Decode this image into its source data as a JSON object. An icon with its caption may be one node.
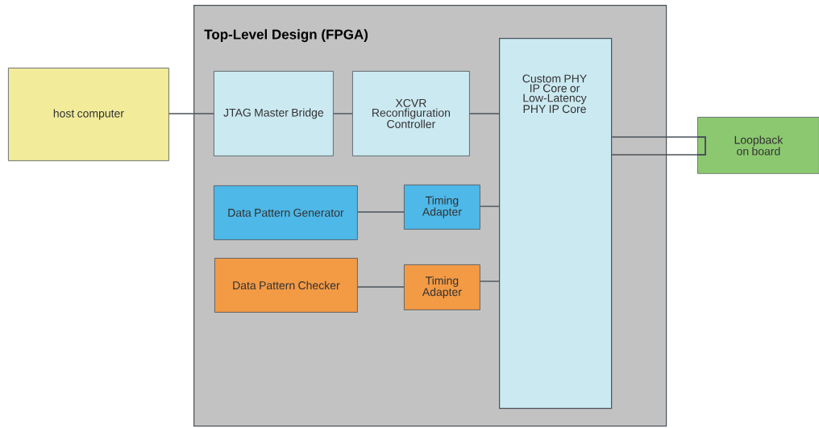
{
  "diagram": {
    "nodes": [
      {
        "text": [
          "host computer"
        ]
      },
      {
        "text": [
          "Top-Level Design (FPGA)"
        ]
      },
      {
        "text": [
          "JTAG Master Bridge"
        ],
        "in": 1
      },
      {
        "text": [
          "XCVR Reconfiguration Controller"
        ],
        "in": 1
      },
      {
        "text": [
          "Custom PHY IP Core or Low-Latency PHY IP Core"
        ],
        "in": 1
      },
      {
        "text": [
          "Data Pattern Generator"
        ],
        "in": 1
      },
      {
        "text": [
          "Timing Adapter"
        ],
        "in": 1
      },
      {
        "text": [
          "Data Pattern Checker"
        ],
        "in": 1
      },
      {
        "text": [
          "Timing Adapter"
        ],
        "in": 1
      },
      {
        "text": [
          "Loopback on board"
        ]
      }
    ],
    "edges": [
      {
        "from": 0,
        "to": 2,
        "arrow": "none"
      },
      {
        "from": 2,
        "to": 3,
        "arrow": "none"
      },
      {
        "from": 3,
        "to": 4,
        "arrow": "none"
      },
      {
        "from": 5,
        "to": 6,
        "arrow": "none"
      },
      {
        "from": 6,
        "to": 4,
        "arrow": "none"
      },
      {
        "from": 7,
        "to": 8,
        "arrow": "none"
      },
      {
        "from": 8,
        "to": 4,
        "arrow": "none"
      },
      {
        "from": 4,
        "to": 9,
        "arrow": "none"
      },
      {
        "from": 4,
        "to": 9,
        "arrow": "none"
      }
    ]
  }
}
